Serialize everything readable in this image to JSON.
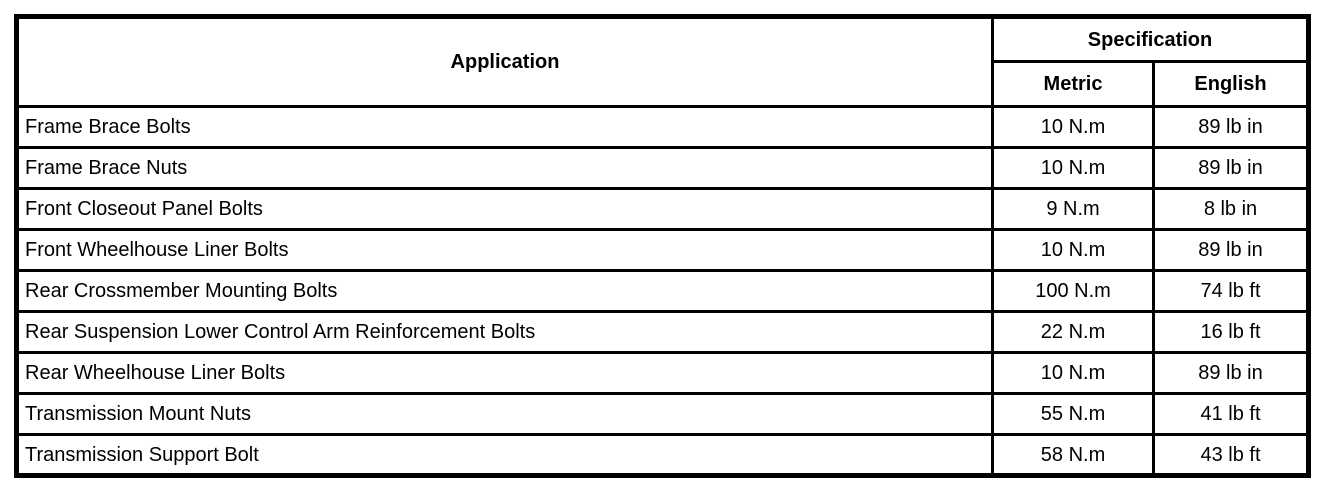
{
  "table": {
    "header": {
      "application": "Application",
      "specification": "Specification",
      "metric": "Metric",
      "english": "English"
    },
    "rows": [
      {
        "application": "Frame Brace Bolts",
        "metric": "10 N.m",
        "english": "89 lb in"
      },
      {
        "application": "Frame Brace Nuts",
        "metric": "10 N.m",
        "english": "89 lb in"
      },
      {
        "application": "Front Closeout Panel Bolts",
        "metric": "9 N.m",
        "english": "8 lb in"
      },
      {
        "application": "Front Wheelhouse Liner Bolts",
        "metric": "10 N.m",
        "english": "89 lb in"
      },
      {
        "application": "Rear Crossmember Mounting Bolts",
        "metric": "100 N.m",
        "english": "74 lb ft"
      },
      {
        "application": "Rear Suspension Lower Control Arm Reinforcement Bolts",
        "metric": "22 N.m",
        "english": "16 lb ft"
      },
      {
        "application": "Rear Wheelhouse Liner Bolts",
        "metric": "10 N.m",
        "english": "89 lb in"
      },
      {
        "application": "Transmission Mount Nuts",
        "metric": "55 N.m",
        "english": "41 lb ft"
      },
      {
        "application": "Transmission Support Bolt",
        "metric": "58 N.m",
        "english": "43 lb ft"
      }
    ],
    "colors": {
      "border": "#000000",
      "background": "#ffffff",
      "text": "#000000"
    }
  }
}
